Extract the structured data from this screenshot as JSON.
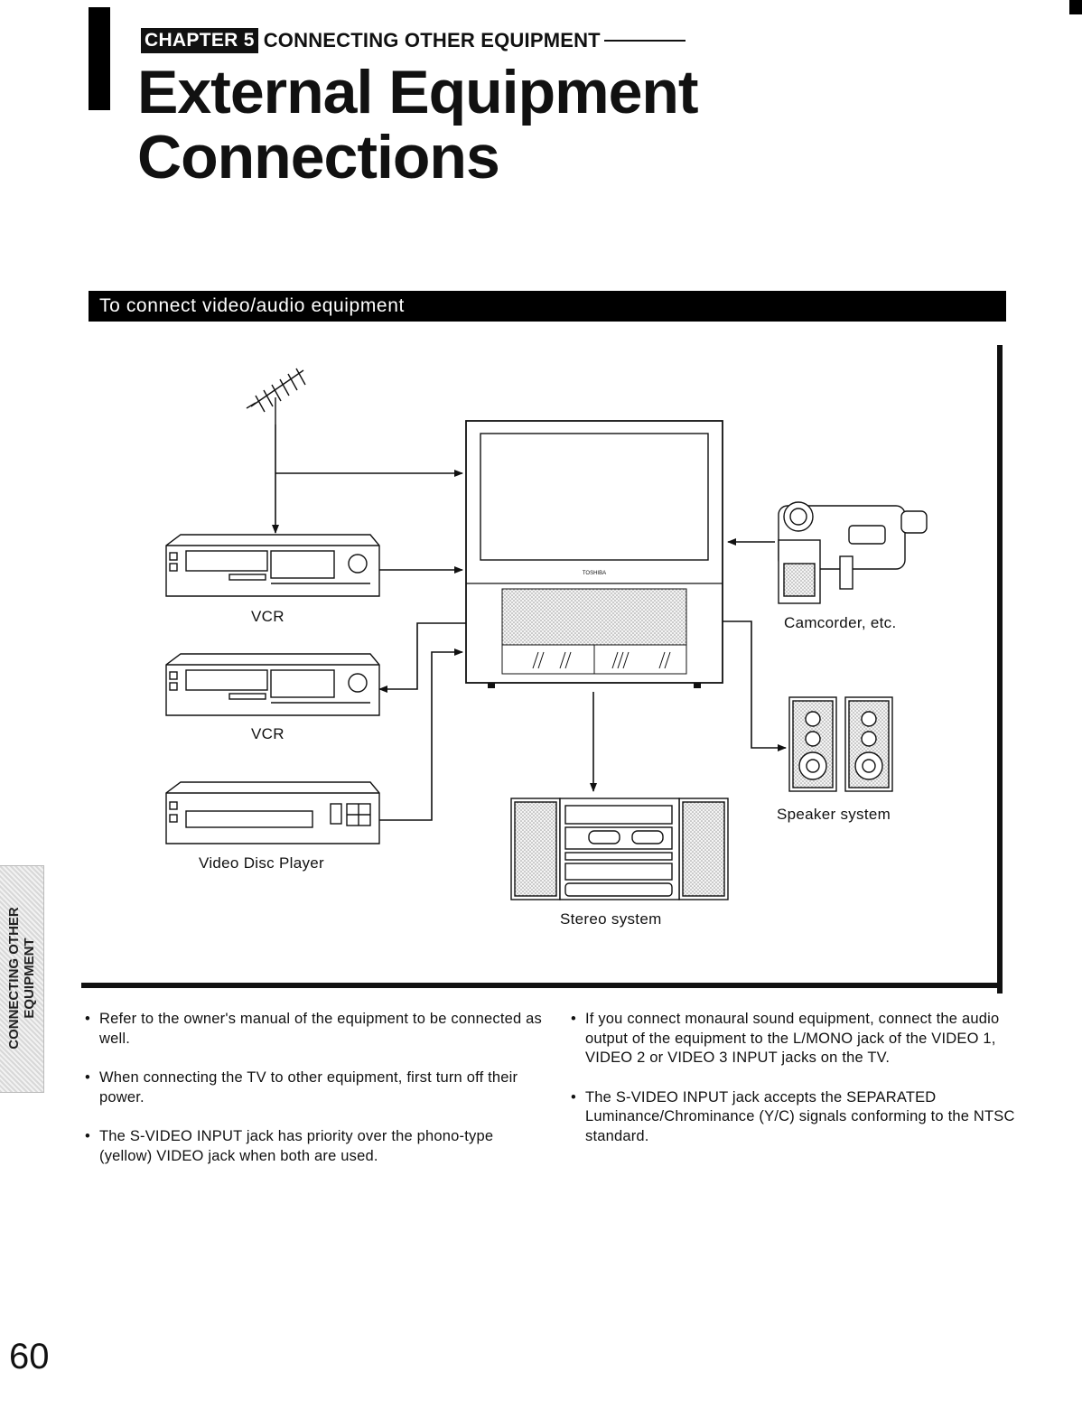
{
  "header": {
    "chapter_badge": "CHAPTER 5",
    "chapter_title": "CONNECTING OTHER EQUIPMENT",
    "page_title": "External Equipment Connections"
  },
  "section": {
    "heading": "To connect video/audio equipment"
  },
  "diagram": {
    "labels": {
      "vcr_top": "VCR",
      "vcr_middle": "VCR",
      "video_disc_player": "Video Disc Player",
      "camcorder": "Camcorder, etc.",
      "speaker_system": "Speaker system",
      "stereo_system": "Stereo system"
    },
    "tv_brand": "TOSHIBA"
  },
  "notes": {
    "left": [
      "Refer to the owner's manual of the equipment to be connected as well.",
      "When connecting the TV to other equipment, first turn off their power.",
      "The S-VIDEO INPUT jack has priority over the phono-type (yellow) VIDEO jack when both are used."
    ],
    "right": [
      "If you connect monaural sound equipment, connect the audio output of the equipment to the L/MONO jack of the VIDEO 1, VIDEO 2 or VIDEO 3 INPUT jacks on the TV.",
      "The S-VIDEO INPUT jack accepts the SEPARATED Luminance/Chrominance (Y/C) signals conforming to the NTSC standard."
    ]
  },
  "side_tab": {
    "line1": "CONNECTING OTHER",
    "line2": "EQUIPMENT"
  },
  "footer": {
    "page_number": "60"
  }
}
